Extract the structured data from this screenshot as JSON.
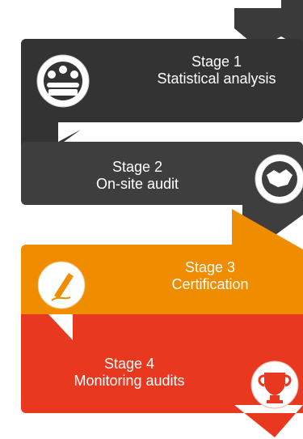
{
  "stages": [
    {
      "title": "Stage 1",
      "subtitle": "Statistical analysis",
      "icon": "group-meeting-icon",
      "color": "#333333"
    },
    {
      "title": "Stage 2",
      "subtitle": "On-site audit",
      "icon": "handshake-icon",
      "color": "#3e3e3e"
    },
    {
      "title": "Stage 3",
      "subtitle": "Certification",
      "icon": "pen-signature-icon",
      "color": "#f08c00"
    },
    {
      "title": "Stage 4",
      "subtitle": "Monitoring audits",
      "icon": "trophy-icon",
      "color": "#e8381f"
    }
  ],
  "colors": {
    "arrow_dark": "#3a3a3a",
    "icon_fill": "#ffffff"
  }
}
